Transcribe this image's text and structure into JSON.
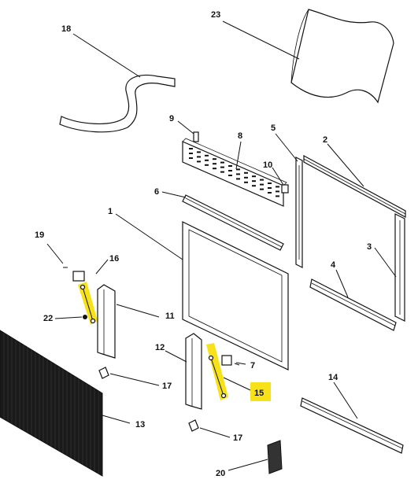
{
  "colors": {
    "highlight": "#f7e21a",
    "ink": "#111111",
    "background": "#ffffff"
  },
  "callouts": {
    "c1": "1",
    "c2": "2",
    "c3": "3",
    "c4": "4",
    "c5": "5",
    "c6": "6",
    "c7": "7",
    "c8": "8",
    "c9": "9",
    "c10": "10",
    "c11": "11",
    "c12": "12",
    "c13": "13",
    "c14": "14",
    "c15": "15",
    "c16": "16",
    "c17a": "17",
    "c17b": "17",
    "c18": "18",
    "c19": "19",
    "c20": "20",
    "c22": "22",
    "c23": "23"
  },
  "highlighted_parts": [
    "15",
    "22"
  ]
}
